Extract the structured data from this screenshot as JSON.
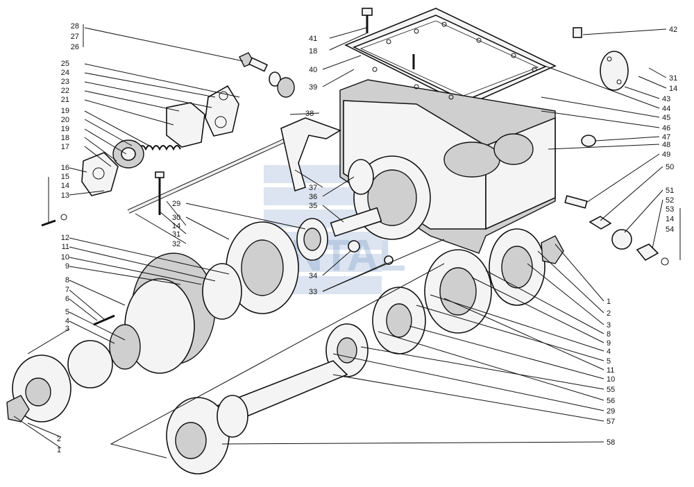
{
  "diagram": {
    "callouts_left": [
      "28",
      "27",
      "26",
      "25",
      "24",
      "23",
      "22",
      "21",
      "19",
      "20",
      "19",
      "18",
      "17",
      "16",
      "15",
      "14",
      "13",
      "12",
      "11",
      "10",
      "9",
      "8",
      "7",
      "6",
      "5",
      "4",
      "3",
      "2",
      "1"
    ],
    "callouts_mid": [
      "41",
      "18",
      "40",
      "39",
      "38",
      "37",
      "36",
      "35",
      "29",
      "30",
      "14",
      "31",
      "32",
      "34",
      "33"
    ],
    "callouts_right": [
      "42",
      "31",
      "14",
      "43",
      "44",
      "45",
      "46",
      "47",
      "48",
      "49",
      "50",
      "51",
      "52",
      "53",
      "14",
      "54",
      "1",
      "2",
      "3",
      "8",
      "9",
      "4",
      "5",
      "11",
      "10",
      "55",
      "56",
      "29",
      "57",
      "58"
    ],
    "watermark": "SANTAL"
  }
}
